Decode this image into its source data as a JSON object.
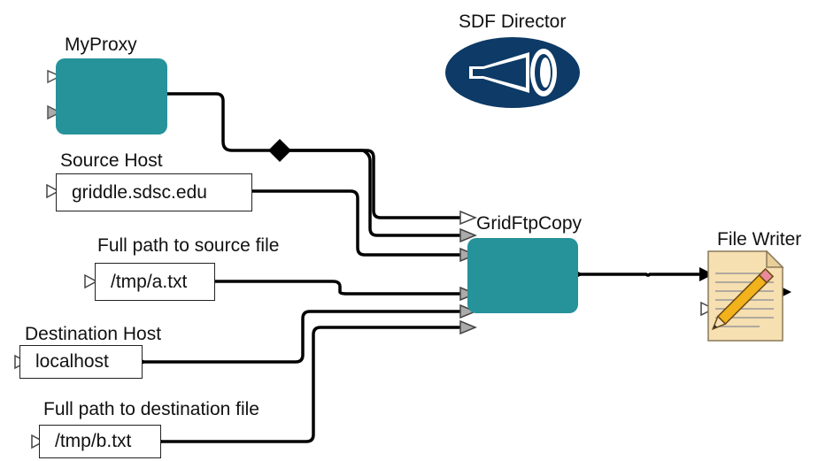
{
  "director": {
    "label": "SDF Director"
  },
  "actors": {
    "myproxy": {
      "label": "MyProxy"
    },
    "gridftpcopy": {
      "label": "GridFtpCopy"
    },
    "filewriter": {
      "label": "File Writer"
    }
  },
  "parameters": [
    {
      "key": "source_host",
      "label": "Source Host",
      "value": "griddle.sdsc.edu"
    },
    {
      "key": "source_file",
      "label": "Full path to source file",
      "value": "/tmp/a.txt"
    },
    {
      "key": "dest_host",
      "label": "Destination Host",
      "value": "localhost"
    },
    {
      "key": "dest_file",
      "label": "Full path to destination file",
      "value": "/tmp/b.txt"
    }
  ],
  "colors": {
    "actor_fill": "#26929a",
    "director_fill": "#0d3a66",
    "wire": "#000000",
    "port_output": "#000000",
    "port_input": "#9a9a9a",
    "document_fill": "#f6dfb0"
  }
}
